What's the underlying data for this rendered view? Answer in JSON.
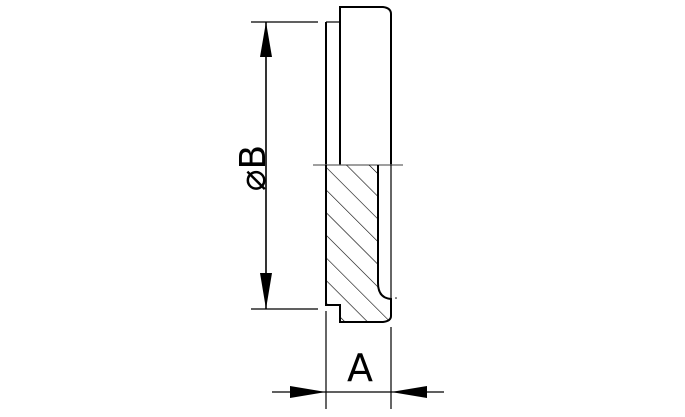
{
  "drawing": {
    "type": "technical-section-drawing",
    "subject": "ferrule / end cap half-section",
    "dimensions": {
      "diameter": {
        "symbol": "⌀",
        "label": "B",
        "text": "⌀B"
      },
      "width": {
        "label": "A"
      }
    },
    "colors": {
      "line": "#000000",
      "centerline": "#666666",
      "background": "#ffffff"
    }
  }
}
